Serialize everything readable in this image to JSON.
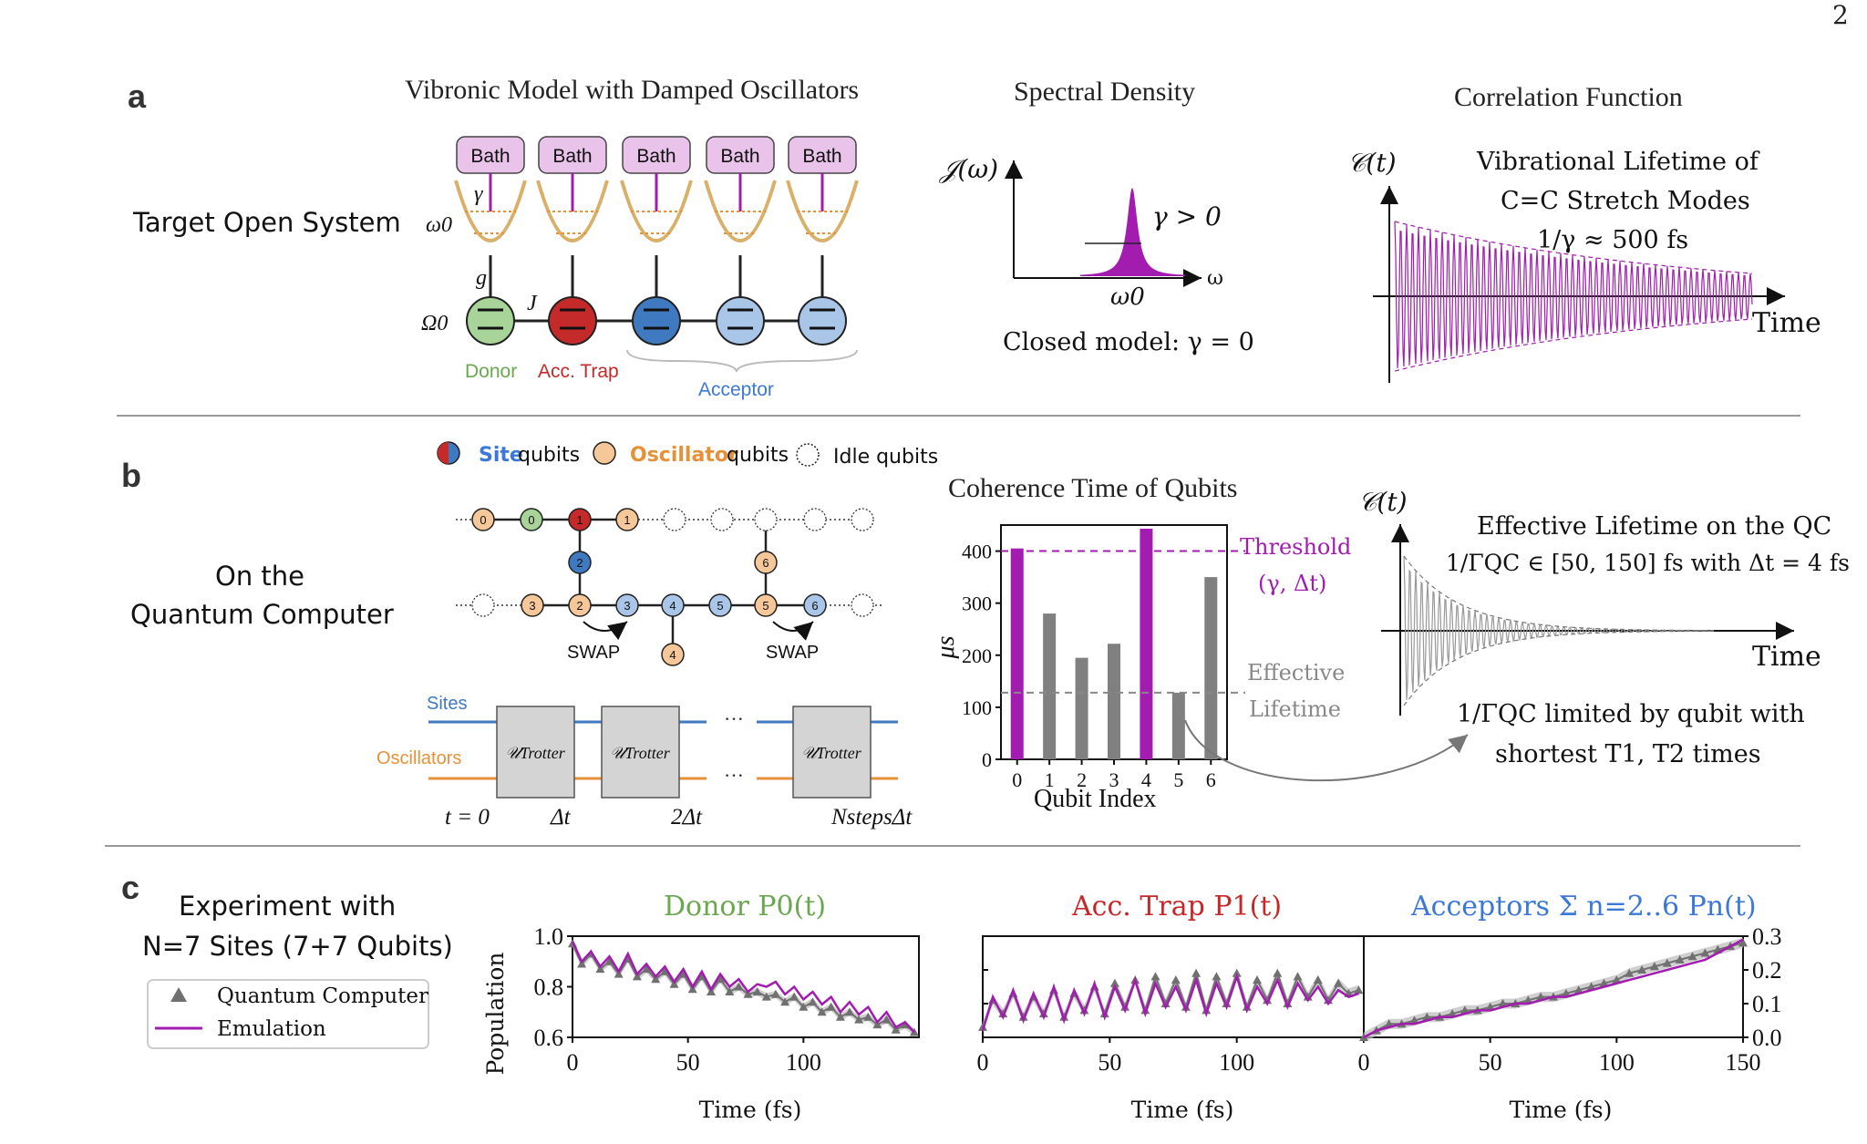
{
  "page_number": "2",
  "colors": {
    "magenta": "#a21caf",
    "bath_fill": "#e9c3ea",
    "oscillator_orange": "#f6c899",
    "site_green": "#a8d49a",
    "site_red": "#c52a2a",
    "site_blue_dark": "#3f79c0",
    "site_blue_light": "#a9c6e8",
    "donor_text": "#6aa84f",
    "trap_text": "#c62828",
    "acceptor_text": "#3c78d8",
    "grey_bar": "#808080"
  },
  "panel_a": {
    "label": "a",
    "row_title": "Target Open System",
    "vibronic_title": "Vibronic Model with Damped Oscillators",
    "bath_labels": [
      "Bath",
      "Bath",
      "Bath",
      "Bath",
      "Bath"
    ],
    "symbols": {
      "gamma": "γ",
      "omega0": "ω0",
      "g": "g",
      "J": "J",
      "Omega0": "Ω0"
    },
    "site_labels": {
      "donor": "Donor",
      "trap": "Acc. Trap",
      "acceptor": "Acceptor"
    },
    "spectral_title": "Spectral Density",
    "spectral_ylabel": "𝒥(ω)",
    "spectral_xlabel": "ω",
    "spectral_peak_label": "ω0",
    "spectral_gamma": "γ > 0",
    "spectral_closed": "Closed model:  γ = 0",
    "corr_title": "Correlation Function",
    "corr_ylabel": "𝒞(t)",
    "corr_xlabel": "Time",
    "corr_note_1": "Vibrational Lifetime of",
    "corr_note_2": "C=C Stretch Modes",
    "corr_note_3": "1/γ ≈ 500 fs"
  },
  "panel_b": {
    "label": "b",
    "row_title_1": "On the",
    "row_title_2": "Quantum Computer",
    "legend_site": "Site",
    "legend_site_suffix": " qubits",
    "legend_osc": "Oscillator",
    "legend_osc_suffix": " qubits",
    "legend_idle": "Idle qubits",
    "top_row_numbers": [
      "0",
      "0",
      "1",
      "1"
    ],
    "vertical_numbers": [
      "2",
      "6"
    ],
    "bottom_row_numbers": [
      "3",
      "2",
      "3",
      "4",
      "5",
      "5",
      "6"
    ],
    "below_numbers": [
      "4"
    ],
    "swap_label": "SWAP",
    "circuit_sites": "Sites",
    "circuit_oscillators": "Oscillators",
    "trotter": "𝒰Trotter",
    "ellipsis": "···",
    "time_labels": [
      "t = 0",
      "Δt",
      "2Δt",
      "NstepsΔt"
    ],
    "coherence_title": "Coherence Time of Qubits",
    "coherence_xlabel": "Qubit Index",
    "coherence_ylabel": "μs",
    "threshold_1": "Threshold",
    "threshold_2": "(γ, Δt)",
    "effective_1": "Effective",
    "effective_2": "Lifetime",
    "qc_ylabel": "𝒞(t)",
    "qc_xlabel": "Time",
    "qc_note_1": "Effective Lifetime on the QC",
    "qc_note_2": "1/ΓQC ∈ [50, 150] fs with Δt = 4 fs",
    "qc_limit_1": "1/ΓQC limited by qubit with",
    "qc_limit_2": "shortest T1, T2 times"
  },
  "panel_c": {
    "label": "c",
    "title_1": "Experiment with",
    "title_2": "N=7 Sites (7+7 Qubits)",
    "legend_qc": "Quantum Computer",
    "legend_emu": "Emulation",
    "donor_title": "Donor P0(t)",
    "trap_title": "Acc. Trap P1(t)",
    "acceptor_title": "Acceptors Σ n=2..6 Pn(t)",
    "ylabel": "Population",
    "xlabel": "Time (fs)"
  },
  "chart_data": [
    {
      "type": "bar",
      "title": "Coherence Time of Qubits",
      "xlabel": "Qubit Index",
      "ylabel": "μs",
      "categories": [
        "0",
        "1",
        "2",
        "3",
        "4",
        "5",
        "6"
      ],
      "values": [
        405,
        280,
        195,
        222,
        443,
        128,
        350
      ],
      "highlight": [
        0,
        4
      ],
      "ylim": [
        0,
        450
      ],
      "yticks": [
        0,
        100,
        200,
        300,
        400
      ],
      "threshold": 400,
      "effective_lifetime": 128
    },
    {
      "type": "line",
      "title": "Donor P0(t)",
      "xlabel": "Time (fs)",
      "ylabel": "Population",
      "xlim": [
        0,
        150
      ],
      "ylim": [
        0.6,
        1.0
      ],
      "xticks": [
        0,
        50,
        100
      ],
      "yticks": [
        0.6,
        0.8,
        1.0
      ],
      "x": [
        0,
        4,
        8,
        12,
        16,
        20,
        24,
        28,
        32,
        36,
        40,
        44,
        48,
        52,
        56,
        60,
        64,
        68,
        72,
        76,
        80,
        84,
        88,
        92,
        96,
        100,
        104,
        108,
        112,
        116,
        120,
        124,
        128,
        132,
        136,
        140,
        144,
        148
      ],
      "series": [
        {
          "name": "Emulation",
          "values": [
            0.98,
            0.9,
            0.94,
            0.88,
            0.92,
            0.86,
            0.93,
            0.85,
            0.89,
            0.84,
            0.88,
            0.82,
            0.87,
            0.8,
            0.86,
            0.79,
            0.85,
            0.8,
            0.83,
            0.78,
            0.81,
            0.8,
            0.82,
            0.77,
            0.8,
            0.75,
            0.78,
            0.73,
            0.76,
            0.7,
            0.74,
            0.69,
            0.72,
            0.66,
            0.7,
            0.64,
            0.66,
            0.62
          ]
        },
        {
          "name": "Quantum Computer",
          "values": [
            0.97,
            0.89,
            0.93,
            0.87,
            0.9,
            0.85,
            0.91,
            0.84,
            0.87,
            0.83,
            0.86,
            0.81,
            0.85,
            0.79,
            0.84,
            0.78,
            0.83,
            0.78,
            0.8,
            0.77,
            0.78,
            0.76,
            0.77,
            0.74,
            0.76,
            0.72,
            0.74,
            0.7,
            0.72,
            0.68,
            0.7,
            0.67,
            0.68,
            0.65,
            0.67,
            0.63,
            0.65,
            0.62
          ]
        }
      ]
    },
    {
      "type": "line",
      "title": "Acc. Trap P1(t)",
      "xlabel": "Time (fs)",
      "xlim": [
        0,
        150
      ],
      "ylim": [
        0.0,
        0.3
      ],
      "xticks": [
        0,
        50,
        100
      ],
      "x": [
        0,
        4,
        8,
        12,
        16,
        20,
        24,
        28,
        32,
        36,
        40,
        44,
        48,
        52,
        56,
        60,
        64,
        68,
        72,
        76,
        80,
        84,
        88,
        92,
        96,
        100,
        104,
        108,
        112,
        116,
        120,
        124,
        128,
        132,
        136,
        140,
        144,
        148
      ],
      "series": [
        {
          "name": "Emulation",
          "values": [
            0.02,
            0.12,
            0.06,
            0.14,
            0.05,
            0.13,
            0.06,
            0.15,
            0.05,
            0.14,
            0.07,
            0.16,
            0.06,
            0.15,
            0.08,
            0.17,
            0.07,
            0.16,
            0.09,
            0.15,
            0.08,
            0.17,
            0.07,
            0.16,
            0.09,
            0.18,
            0.08,
            0.15,
            0.1,
            0.17,
            0.09,
            0.16,
            0.11,
            0.15,
            0.1,
            0.14,
            0.12,
            0.13
          ]
        },
        {
          "name": "Quantum Computer",
          "values": [
            0.03,
            0.11,
            0.07,
            0.13,
            0.06,
            0.12,
            0.07,
            0.14,
            0.06,
            0.13,
            0.08,
            0.15,
            0.07,
            0.16,
            0.09,
            0.17,
            0.08,
            0.18,
            0.1,
            0.17,
            0.09,
            0.19,
            0.08,
            0.18,
            0.1,
            0.19,
            0.09,
            0.17,
            0.11,
            0.19,
            0.1,
            0.18,
            0.12,
            0.17,
            0.11,
            0.16,
            0.13,
            0.14
          ]
        }
      ]
    },
    {
      "type": "line",
      "title": "Acceptors Σ n=2..6 Pn(t)",
      "xlabel": "Time (fs)",
      "xlim": [
        0,
        150
      ],
      "ylim": [
        0.0,
        0.3
      ],
      "xticks": [
        0,
        50,
        100,
        150
      ],
      "yticks": [
        0.0,
        0.1,
        0.2,
        0.3
      ],
      "x": [
        0,
        5,
        10,
        15,
        20,
        25,
        30,
        35,
        40,
        45,
        50,
        55,
        60,
        65,
        70,
        75,
        80,
        85,
        90,
        95,
        100,
        105,
        110,
        115,
        120,
        125,
        130,
        135,
        140,
        145,
        150
      ],
      "series": [
        {
          "name": "Emulation",
          "values": [
            0.0,
            0.02,
            0.03,
            0.04,
            0.04,
            0.05,
            0.06,
            0.06,
            0.07,
            0.08,
            0.08,
            0.09,
            0.1,
            0.1,
            0.11,
            0.12,
            0.12,
            0.13,
            0.14,
            0.15,
            0.16,
            0.17,
            0.18,
            0.19,
            0.2,
            0.21,
            0.22,
            0.23,
            0.25,
            0.27,
            0.29
          ]
        },
        {
          "name": "Quantum Computer",
          "values": [
            0.0,
            0.02,
            0.04,
            0.04,
            0.05,
            0.06,
            0.06,
            0.07,
            0.08,
            0.08,
            0.09,
            0.1,
            0.1,
            0.11,
            0.12,
            0.12,
            0.13,
            0.14,
            0.15,
            0.16,
            0.17,
            0.19,
            0.2,
            0.21,
            0.22,
            0.23,
            0.24,
            0.25,
            0.26,
            0.27,
            0.28
          ]
        }
      ]
    }
  ]
}
